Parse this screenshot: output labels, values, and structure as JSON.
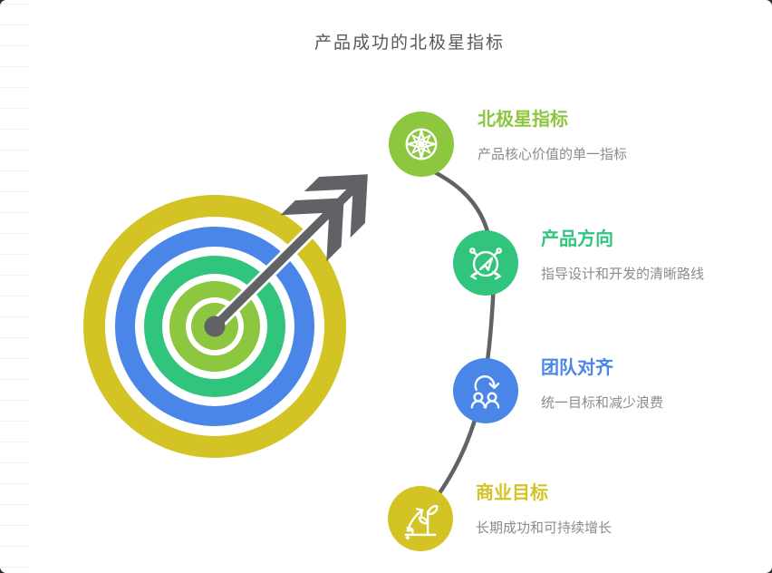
{
  "page": {
    "title": "产品成功的北极星指标"
  },
  "items": [
    {
      "title": "北极星指标",
      "desc": "产品核心价值的单一指标",
      "color": "#8DC63F",
      "icon": "compass-icon"
    },
    {
      "title": "产品方向",
      "desc": "指导设计和开发的清晰路线",
      "color": "#31C47C",
      "icon": "navigation-icon"
    },
    {
      "title": "团队对齐",
      "desc": "统一目标和减少浪费",
      "color": "#4A86E8",
      "icon": "team-sync-icon"
    },
    {
      "title": "商业目标",
      "desc": "长期成功和可持续增长",
      "color": "#D4C325",
      "icon": "growth-icon"
    }
  ],
  "target": {
    "ring_colors_outer_to_inner": [
      "#D4C325",
      "#4A86E8",
      "#31C47C",
      "#8DC63F"
    ],
    "arrow_color": "#606266"
  },
  "connector_color": "#606366",
  "text_colors": {
    "main_title": "#595959",
    "description": "#8C8C8C"
  }
}
